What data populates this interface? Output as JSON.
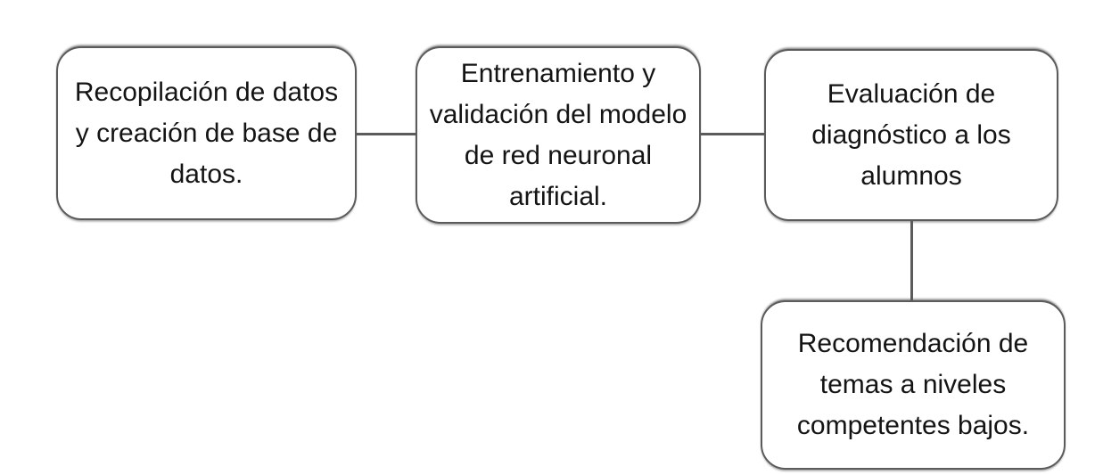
{
  "diagram": {
    "type": "flowchart",
    "colors": {
      "background": "#ffffff",
      "node_fill": "#ffffff",
      "node_border": "#5b5b5b",
      "connector": "#5b5b5b",
      "text": "#141414"
    },
    "nodes": [
      {
        "id": "node-1",
        "text": "Recopilación de datos y creación de base de datos.",
        "lines": [
          "Recopilación de datos",
          "y creación de base de",
          "datos."
        ]
      },
      {
        "id": "node-2",
        "text": "Entrenamiento y validación del modelo de red neuronal artificial.",
        "lines": [
          "Entrenamiento y",
          "validación del modelo",
          "de red neuronal",
          "artificial."
        ]
      },
      {
        "id": "node-3",
        "text": "Evaluación de diagnóstico a los alumnos",
        "lines": [
          "Evaluación de",
          "diagnóstico a los",
          "alumnos"
        ]
      },
      {
        "id": "node-4",
        "text": "Recomendación de temas a niveles competentes bajos.",
        "lines": [
          "Recomendación de",
          "temas a niveles",
          "competentes bajos."
        ]
      }
    ],
    "connectors": [
      {
        "from": "node-1",
        "to": "node-2",
        "orientation": "horizontal"
      },
      {
        "from": "node-2",
        "to": "node-3",
        "orientation": "horizontal"
      },
      {
        "from": "node-3",
        "to": "node-4",
        "orientation": "vertical"
      }
    ]
  }
}
